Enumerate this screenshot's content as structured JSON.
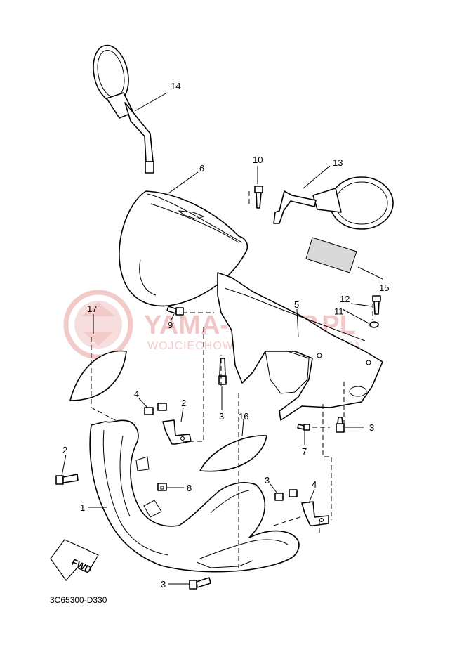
{
  "watermark": {
    "brand": "YAMA-SKLEP.PL",
    "subline": "WOJCIECHOWICZ DEALER YAMAHA"
  },
  "diagram_code": "3C65300-D330",
  "direction_arrow": "FWD",
  "callouts": [
    "14",
    "6",
    "10",
    "13",
    "15",
    "12",
    "11",
    "5",
    "17",
    "9",
    "3",
    "4",
    "2",
    "7",
    "16",
    "8",
    "1",
    "3",
    "4",
    "2",
    "3",
    "3"
  ]
}
